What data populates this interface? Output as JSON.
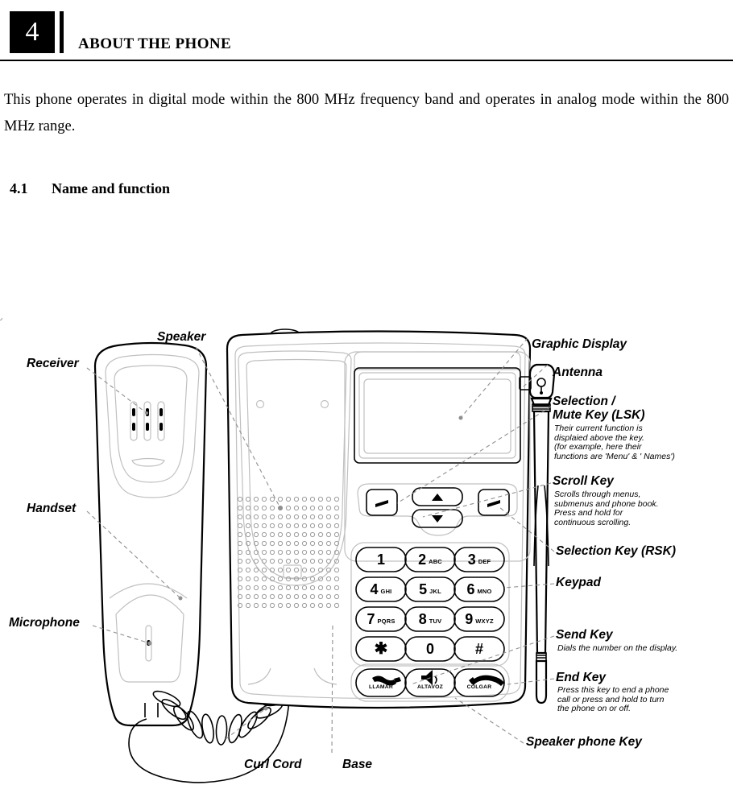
{
  "header": {
    "chapter_number": "4",
    "chapter_title": "ABOUT THE PHONE"
  },
  "body": {
    "paragraph": "This phone operates in digital mode within the 800 MHz frequency band and operates in analog mode within the 800 MHz range.",
    "section_number": "4.1",
    "section_title": "Name and function"
  },
  "diagram": {
    "labels": {
      "receiver": "Receiver",
      "speaker": "Speaker",
      "handset": "Handset",
      "microphone": "Microphone",
      "curl_cord": "Curl Cord",
      "base": "Base",
      "graphic_display": "Graphic Display",
      "antenna": "Antenna",
      "selection_mute_key_line1": "Selection /",
      "selection_mute_key_line2": "Mute Key (LSK)",
      "selection_mute_key_desc": "Their current function is\ndisplaied above the key.\n(for example, here their\nfunctions are 'Menu' & ' Names')",
      "scroll_key": "Scroll Key",
      "scroll_key_desc": "Scrolls through menus,\nsubmenus and phone book.\nPress and hold for\ncontinuous scrolling.",
      "selection_key_rsk": "Selection Key (RSK)",
      "keypad": "Keypad",
      "send_key": "Send Key",
      "send_key_desc": "Dials the number on the display.",
      "end_key": "End Key",
      "end_key_desc": "Press this key to end a phone\ncall or press and hold to turn\nthe phone on or off.",
      "speaker_phone_key": "Speaker phone Key"
    },
    "keypad_keys": [
      {
        "digit": "1",
        "letters": ""
      },
      {
        "digit": "2",
        "letters": "ABC"
      },
      {
        "digit": "3",
        "letters": "DEF"
      },
      {
        "digit": "4",
        "letters": "GHI"
      },
      {
        "digit": "5",
        "letters": "JKL"
      },
      {
        "digit": "6",
        "letters": "MNO"
      },
      {
        "digit": "7",
        "letters": "PQRS"
      },
      {
        "digit": "8",
        "letters": "TUV"
      },
      {
        "digit": "9",
        "letters": "WXYZ"
      },
      {
        "digit": "✱",
        "letters": ""
      },
      {
        "digit": "0",
        "letters": ""
      },
      {
        "digit": "#",
        "letters": ""
      }
    ],
    "function_keys": [
      {
        "label": "LLAMAR",
        "icon": "handset-offhook-icon"
      },
      {
        "label": "ALTAVOZ",
        "icon": "speaker-icon"
      },
      {
        "label": "COLGAR",
        "icon": "handset-onhook-icon"
      }
    ],
    "colors": {
      "line": "#000000",
      "light_line": "#b9b9b9",
      "leader_line": "#8a8a8a"
    }
  }
}
